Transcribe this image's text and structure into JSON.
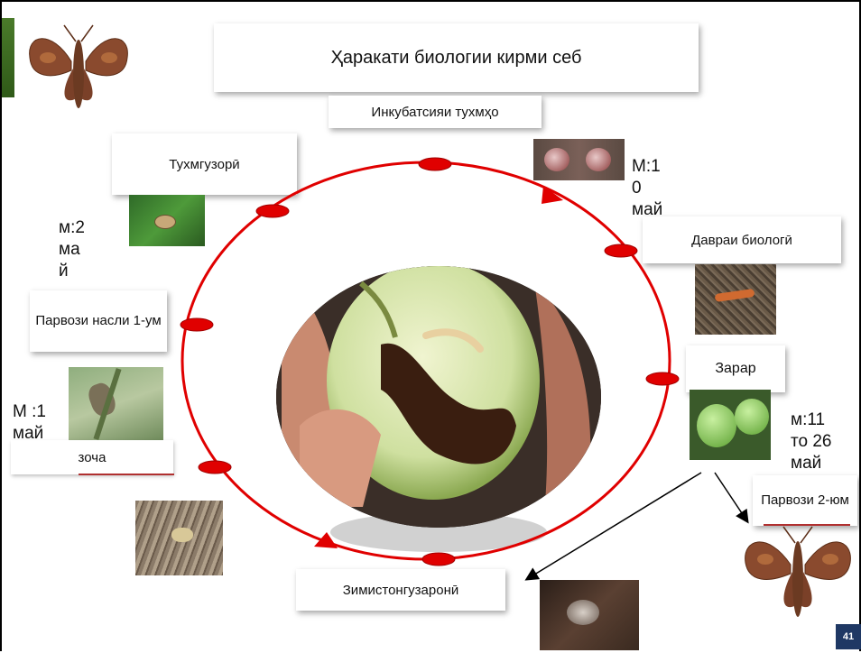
{
  "title": "Ҳаракати биологии кирми себ",
  "labels": {
    "incubation": "Инкубатсияи тухмҳо",
    "egg_laying": "Тухмгузорӣ",
    "biological_period": "Давраи биологӣ",
    "first_gen_flight": "Парвози насли 1-ум",
    "damage": "Зарар",
    "pupa": "зоча",
    "second_flight": "Парвози 2-юм",
    "wintering": "Зимистонгузаронӣ"
  },
  "dates": {
    "may10": "М:1\n0\nмай",
    "may2": "м:2\nма\nй",
    "may1": "М :1\nмай",
    "may11_26": "м:11\nто 26\nмай"
  },
  "page_number": "41",
  "colors": {
    "cycle": "#e00000",
    "node": "#e00000",
    "page_badge": "#1f3864"
  },
  "icons": [
    "moth-image",
    "apple-cross-section-image",
    "larva-image",
    "egg-image",
    "apple-image",
    "cocoon-image"
  ]
}
